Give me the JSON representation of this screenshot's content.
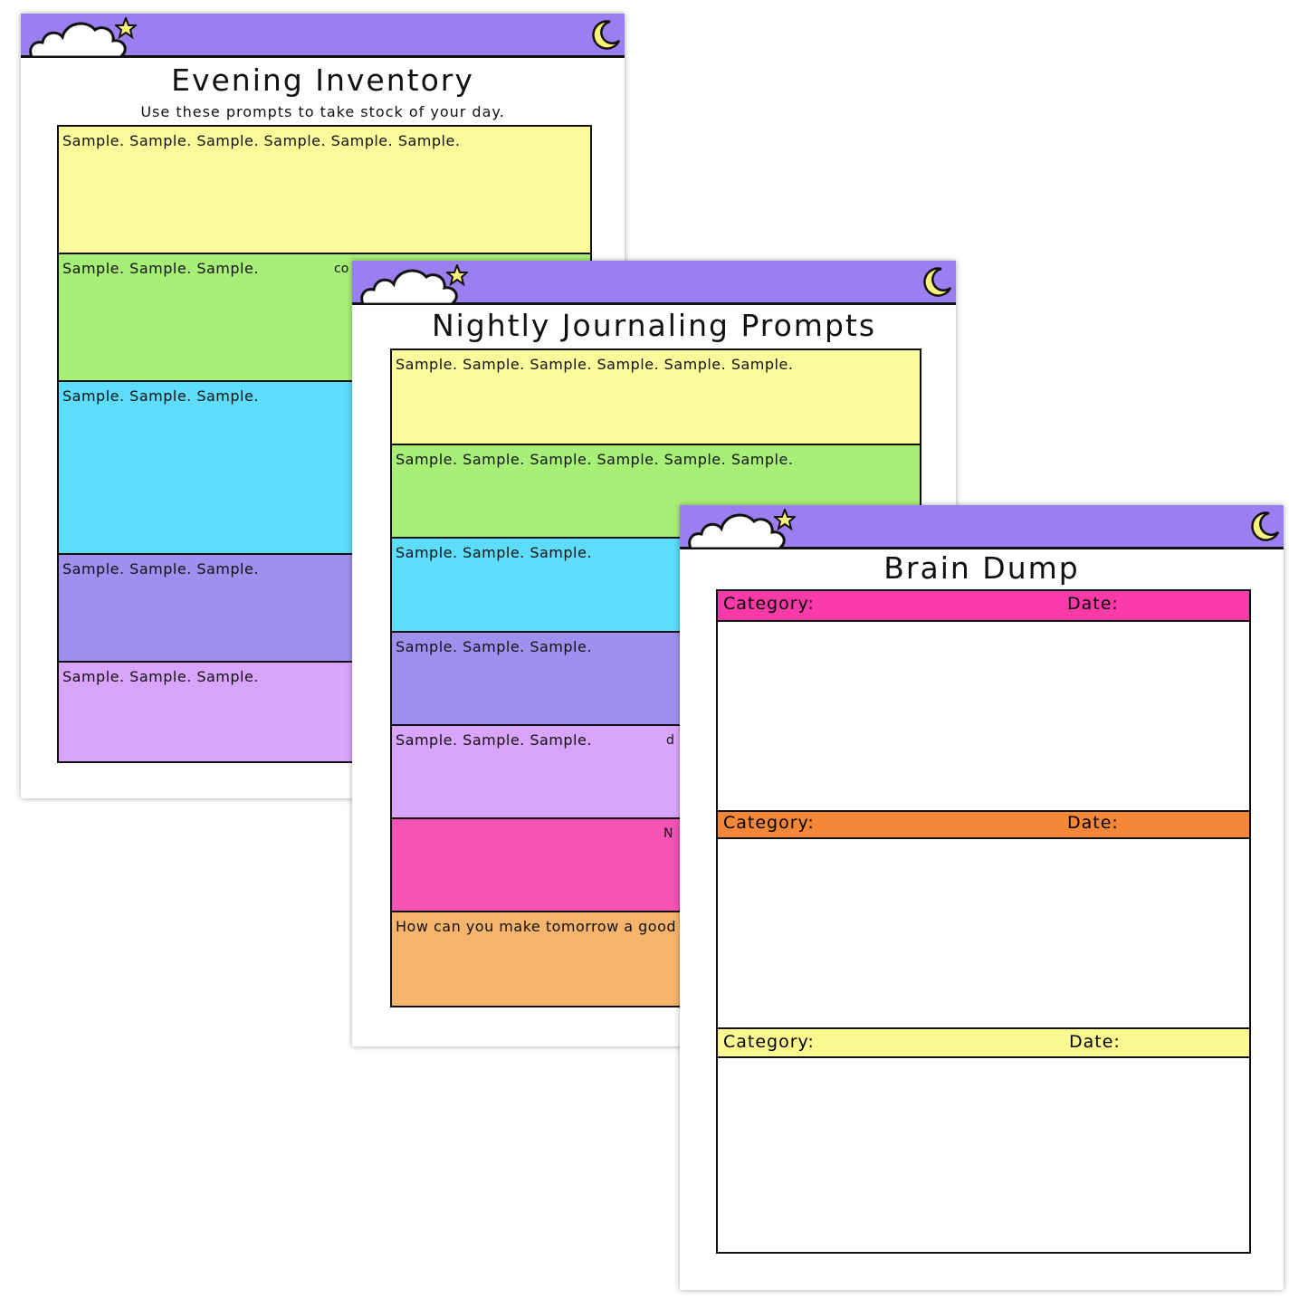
{
  "colors": {
    "header": "#9b7ff0",
    "yellow": "#fbfb9c",
    "green": "#a8ef78",
    "cyan": "#5ddcfb",
    "purple": "#a18ff0",
    "lavender": "#d9a4fb",
    "pink": "#f752b5",
    "orange": "#f6b46c"
  },
  "evening": {
    "title": "Evening Inventory",
    "subtitle": "Use these prompts to take stock of your day.",
    "rows": [
      "Sample. Sample. Sample. Sample. Sample. Sample.",
      "Sample. Sample. Sample.",
      "Sample. Sample. Sample.",
      "Sample. Sample. Sample.",
      "Sample. Sample. Sample."
    ],
    "fragment": "co"
  },
  "nightly": {
    "title": "Nightly Journaling Prompts",
    "rows": [
      "Sample. Sample. Sample. Sample. Sample. Sample.",
      "Sample. Sample. Sample. Sample. Sample. Sample.",
      "Sample. Sample. Sample.",
      "Sample. Sample. Sample.",
      "Sample. Sample. Sample.",
      "",
      "How can you make tomorrow a good"
    ],
    "fragments": [
      "d",
      "N"
    ]
  },
  "brain": {
    "title": "Brain Dump",
    "category_label": "Category:",
    "date_label": "Date:",
    "category_colors": [
      "#fa3aa9",
      "#f58838",
      "#fafa90"
    ]
  }
}
